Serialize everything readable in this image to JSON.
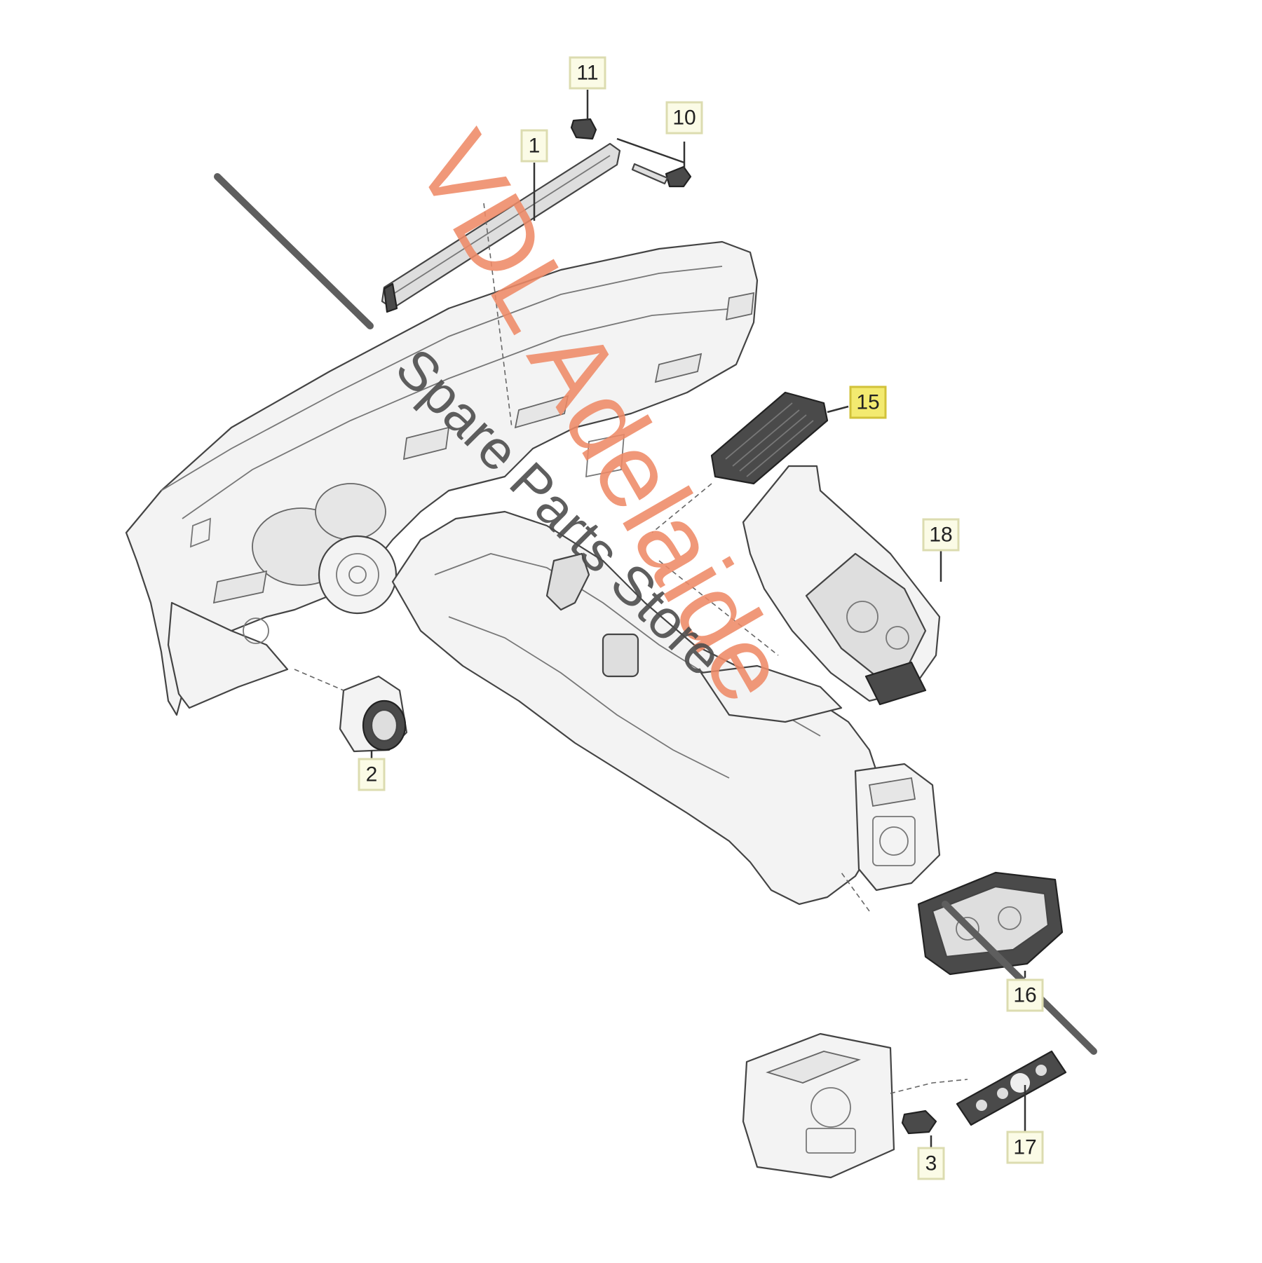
{
  "callouts": [
    {
      "id": "1",
      "highlighted": false
    },
    {
      "id": "2",
      "highlighted": false
    },
    {
      "id": "3",
      "highlighted": false
    },
    {
      "id": "10",
      "highlighted": false
    },
    {
      "id": "11",
      "highlighted": false
    },
    {
      "id": "15",
      "highlighted": true
    },
    {
      "id": "16",
      "highlighted": false
    },
    {
      "id": "17",
      "highlighted": false
    },
    {
      "id": "18",
      "highlighted": false
    }
  ],
  "watermark": {
    "main": "VDL Adelaide",
    "sub": "Spare Parts Store"
  },
  "colors": {
    "watermark_main": "#ee8a66",
    "watermark_sub": "#4c4c4c",
    "highlight_box": "#f3ea70",
    "callout_box": "#fbfbe6"
  }
}
